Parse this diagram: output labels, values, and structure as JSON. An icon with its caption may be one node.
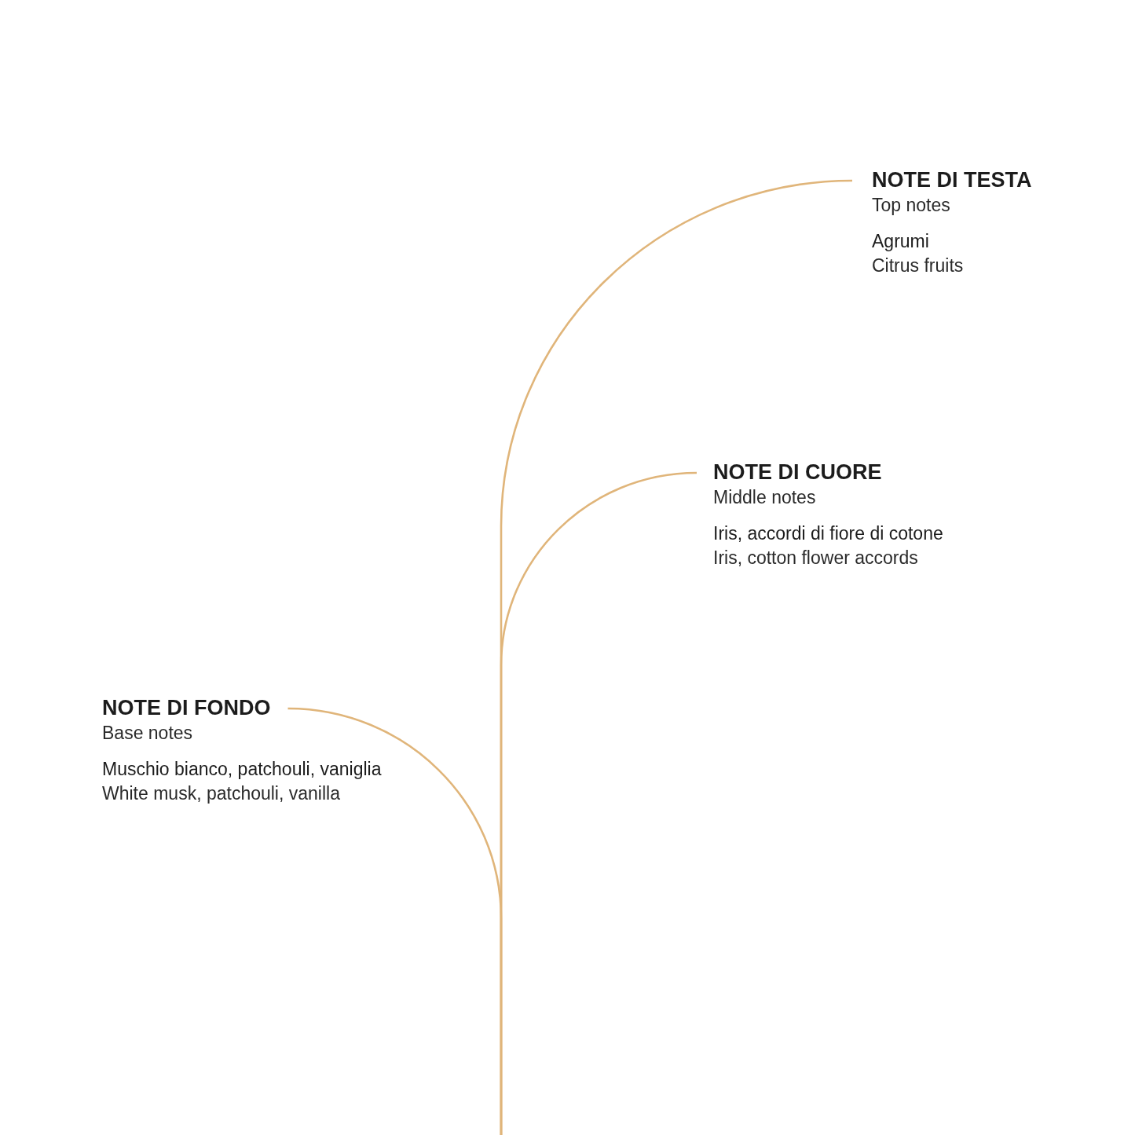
{
  "diagram": {
    "nodes": [
      {
        "text": [
          "NOTE DI TESTA",
          "Top notes",
          "Agrumi",
          "Citrus fruits"
        ]
      },
      {
        "text": [
          "NOTE DI CUORE",
          "Middle notes",
          "Iris, accordi di fiore di cotone",
          "Iris, cotton flower accords"
        ]
      },
      {
        "text": [
          "NOTE DI FONDO",
          "Base notes",
          "Muschio bianco, patchouli, vaniglia",
          "White musk, patchouli, vanilla"
        ]
      }
    ],
    "edges": [
      {
        "from": null,
        "to": 0,
        "arrow": "none"
      },
      {
        "from": null,
        "to": 1,
        "arrow": "none"
      },
      {
        "from": null,
        "to": 2,
        "arrow": "none"
      }
    ]
  }
}
